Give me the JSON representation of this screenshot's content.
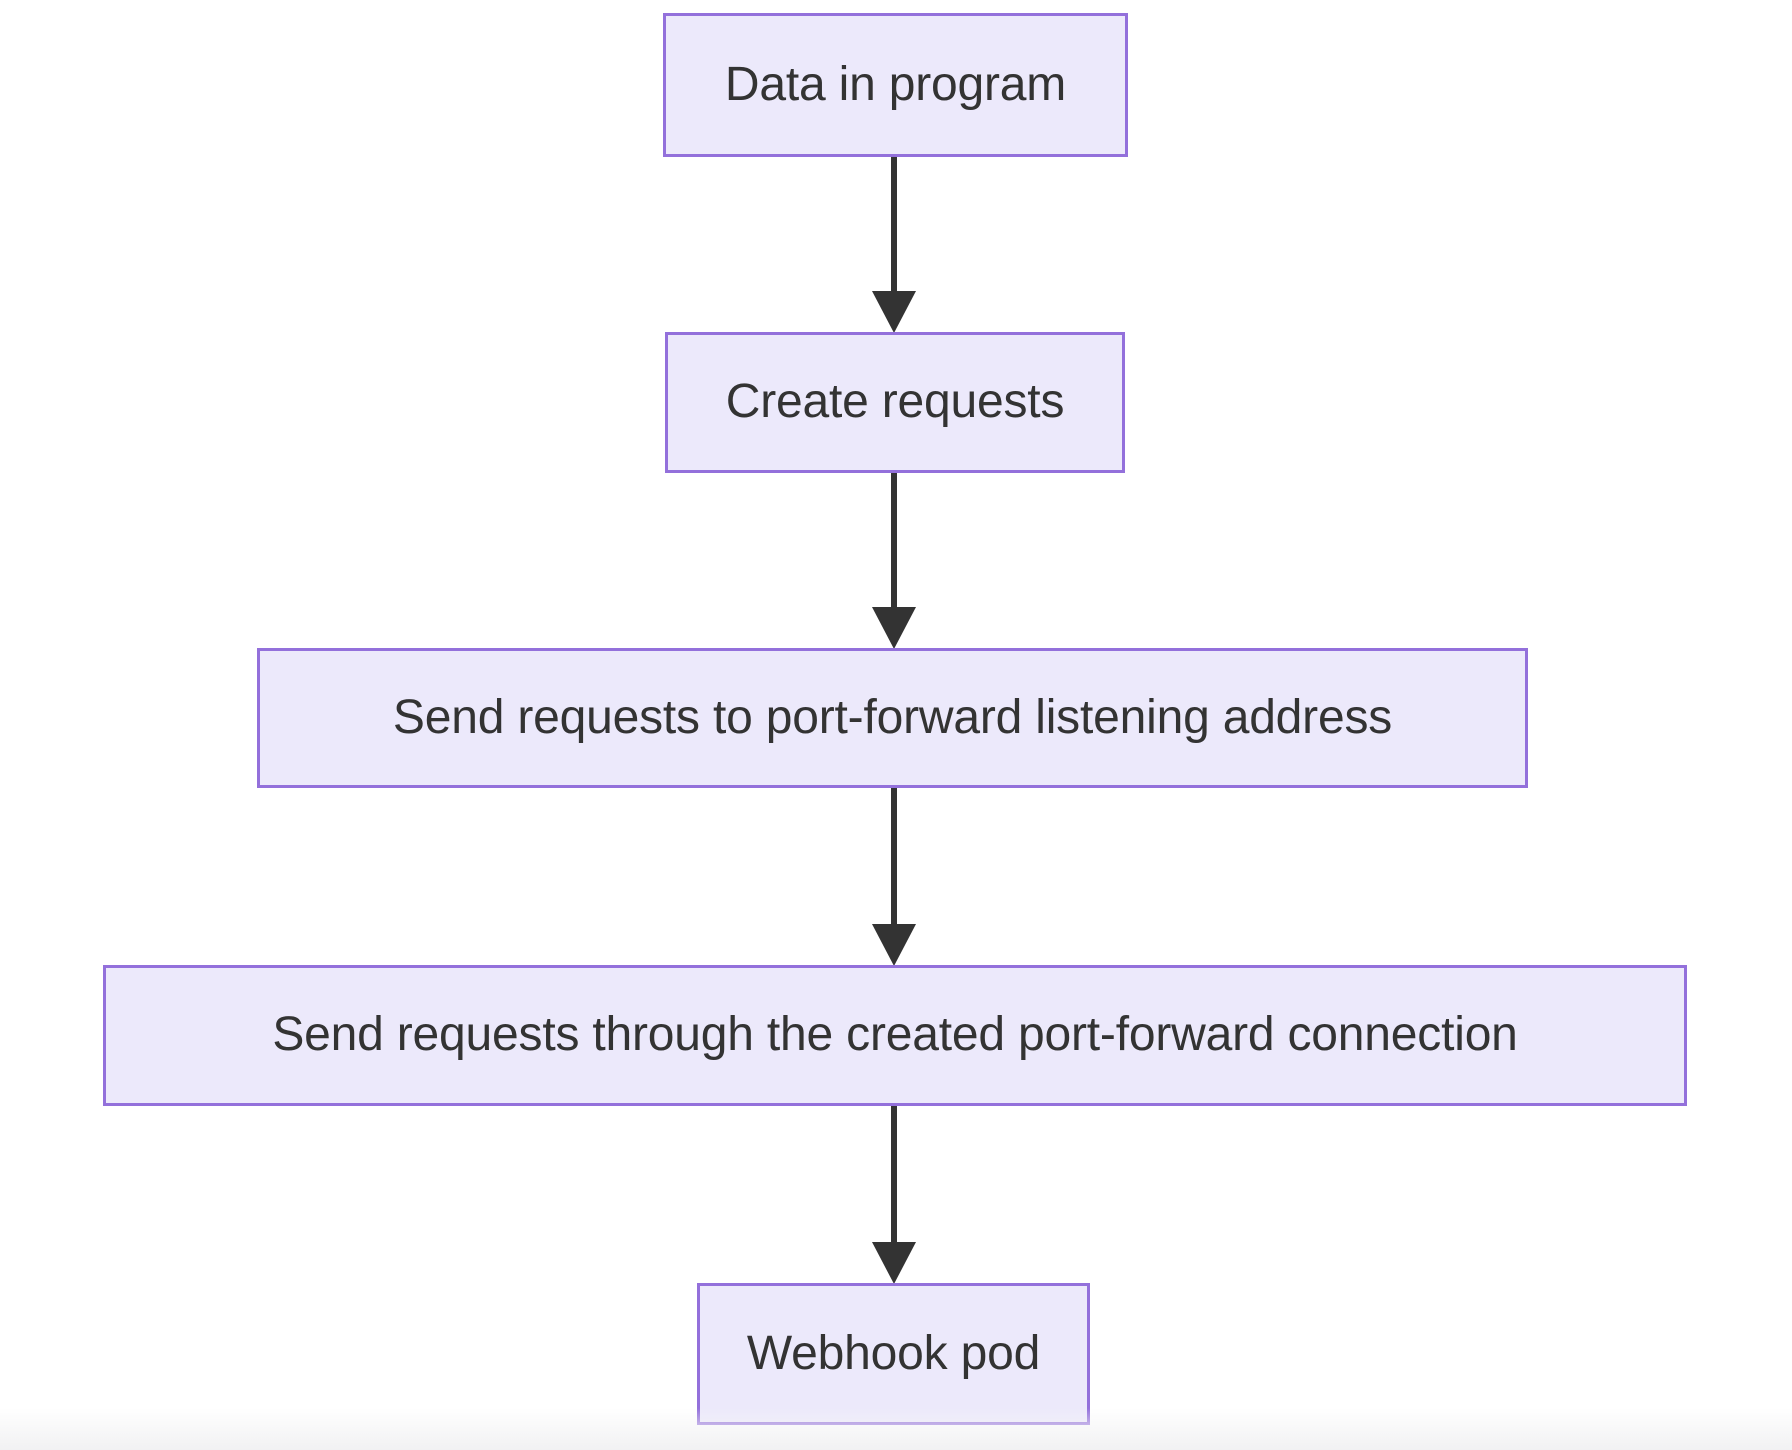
{
  "diagram": {
    "type": "flowchart",
    "direction": "top-to-bottom",
    "background_color": "#ffffff",
    "node_fill_color": "#ece9fb",
    "node_border_color": "#9370db",
    "node_text_color": "#333333",
    "edge_color": "#333333",
    "nodes": [
      {
        "id": "n0",
        "label": "Data in program"
      },
      {
        "id": "n1",
        "label": "Create requests"
      },
      {
        "id": "n2",
        "label": "Send requests to port-forward listening address"
      },
      {
        "id": "n3",
        "label": "Send requests through the created port-forward connection"
      },
      {
        "id": "n4",
        "label": "Webhook pod"
      }
    ],
    "edges": [
      {
        "from": "n0",
        "to": "n1",
        "label": "",
        "arrowhead": "filled-triangle"
      },
      {
        "from": "n1",
        "to": "n2",
        "label": "",
        "arrowhead": "filled-triangle"
      },
      {
        "from": "n2",
        "to": "n3",
        "label": "",
        "arrowhead": "filled-triangle"
      },
      {
        "from": "n3",
        "to": "n4",
        "label": "",
        "arrowhead": "filled-triangle"
      }
    ]
  }
}
